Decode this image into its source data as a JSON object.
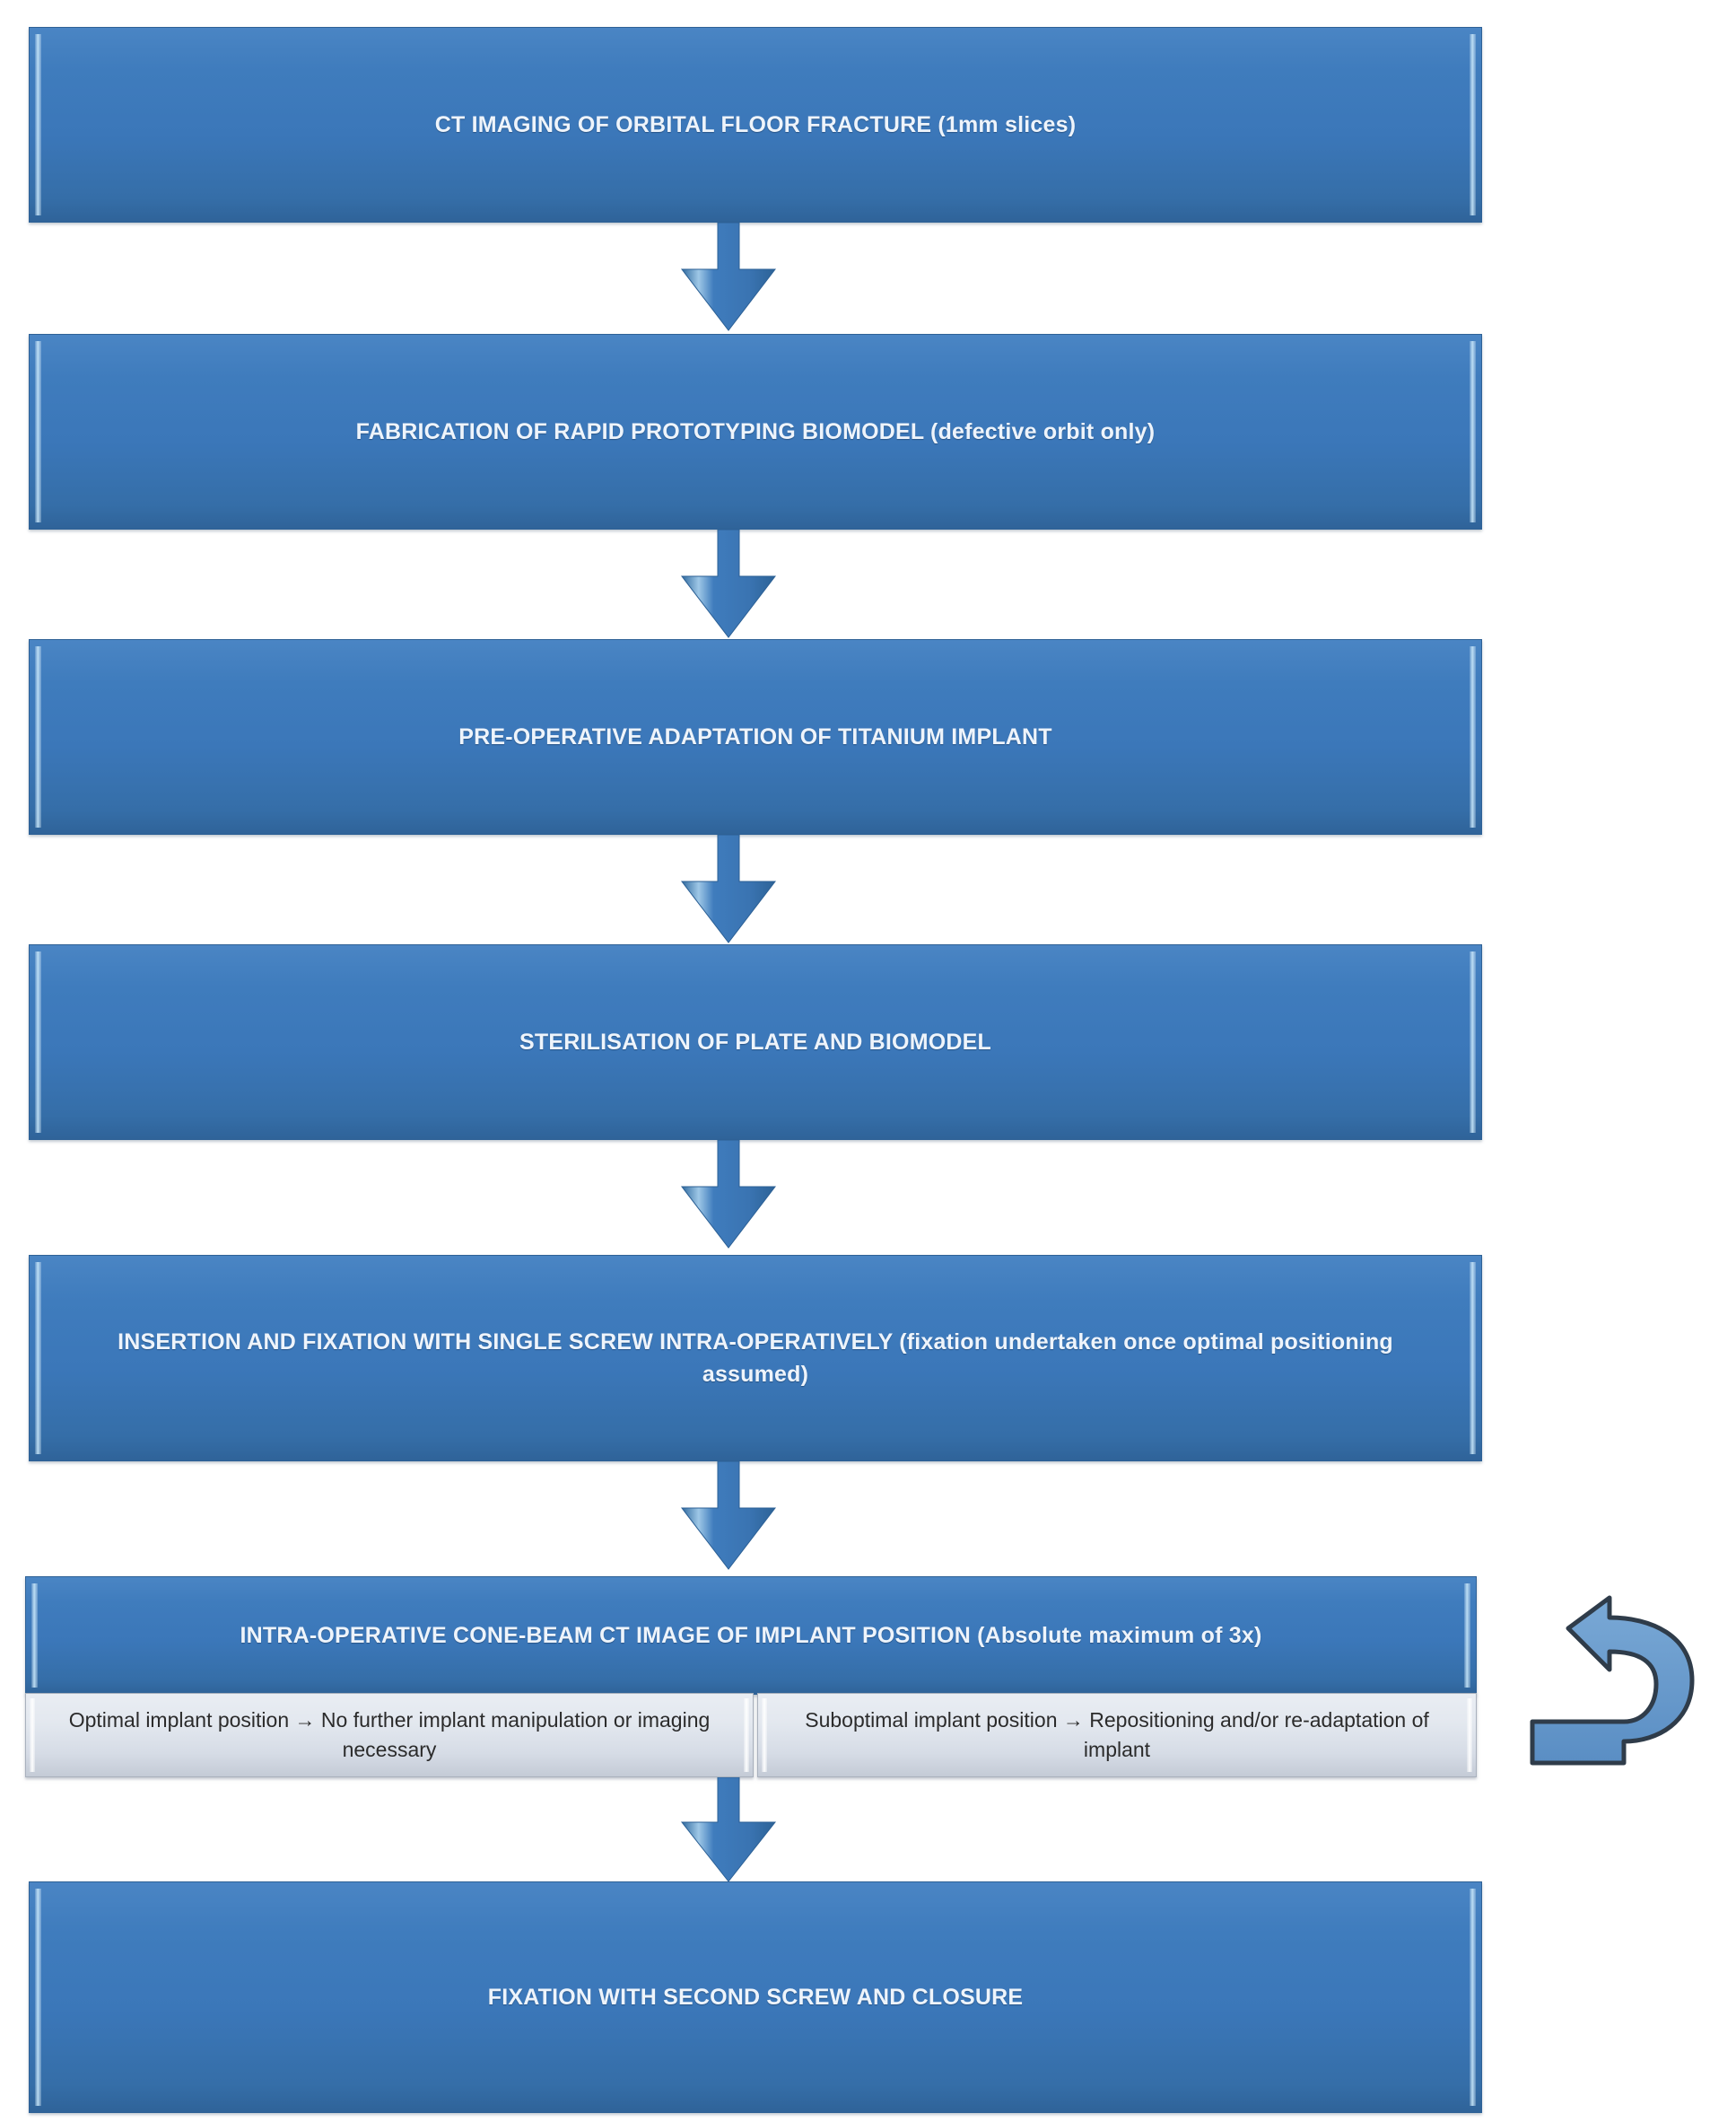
{
  "diagram": {
    "title": "Orbital floor fracture titanium implant surgical workflow",
    "accent_color": "#3b77b9",
    "box_text_color": "#eef4fb",
    "grey_box_color": "#e3e8ef",
    "arrow_color": "#4a85c4",
    "background_color": "#ffffff"
  },
  "steps": [
    {
      "id": "step-ct-imaging",
      "label": "CT IMAGING OF ORBITAL FLOOR FRACTURE (1mm slices)"
    },
    {
      "id": "step-fabrication",
      "label": "FABRICATION OF RAPID PROTOTYPING BIOMODEL (defective orbit only)"
    },
    {
      "id": "step-preop-adaptation",
      "label": "PRE-OPERATIVE ADAPTATION OF TITANIUM IMPLANT"
    },
    {
      "id": "step-sterilisation",
      "label": "STERILISATION OF PLATE AND BIOMODEL"
    },
    {
      "id": "step-insertion-fixation",
      "label": "INSERTION AND FIXATION WITH SINGLE SCREW INTRA-OPERATIVELY (fixation undertaken once optimal positioning assumed)"
    },
    {
      "id": "step-cbct-imaging",
      "label": "INTRA-OPERATIVE CONE-BEAM CT IMAGE OF IMPLANT POSITION (Absolute maximum of 3x)"
    },
    {
      "id": "step-final-fixation",
      "label": "FIXATION WITH SECOND SCREW AND CLOSURE"
    }
  ],
  "outcomes": [
    {
      "id": "outcome-optimal",
      "label": "Optimal implant position → No further implant manipulation or imaging necessary"
    },
    {
      "id": "outcome-suboptimal",
      "label": "Suboptimal implant position → Repositioning and/or re-adaptation of implant"
    }
  ],
  "connectors": [
    {
      "id": "arrow-1",
      "from": "step-ct-imaging",
      "to": "step-fabrication",
      "type": "down-arrow"
    },
    {
      "id": "arrow-2",
      "from": "step-fabrication",
      "to": "step-preop-adaptation",
      "type": "down-arrow"
    },
    {
      "id": "arrow-3",
      "from": "step-preop-adaptation",
      "to": "step-sterilisation",
      "type": "down-arrow"
    },
    {
      "id": "arrow-4",
      "from": "step-sterilisation",
      "to": "step-insertion-fixation",
      "type": "down-arrow"
    },
    {
      "id": "arrow-5",
      "from": "step-insertion-fixation",
      "to": "step-cbct-imaging",
      "type": "down-arrow"
    },
    {
      "id": "arrow-6",
      "from": "outcome-optimal",
      "to": "step-final-fixation",
      "type": "down-arrow"
    },
    {
      "id": "loop-arrow",
      "from": "outcome-suboptimal",
      "to": "step-cbct-imaging",
      "type": "u-turn-arrow"
    }
  ]
}
